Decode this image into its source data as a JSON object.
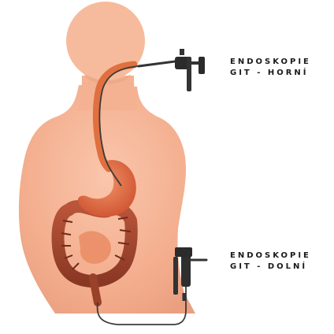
{
  "labels": {
    "upper": {
      "line1": "ENDOSKOPIE",
      "line2": "GIT - HORNÍ"
    },
    "lower": {
      "line1": "ENDOSKOPIE",
      "line2": "GIT - DOLNÍ"
    }
  },
  "colors": {
    "skin": "#f6b89a",
    "skin_shade": "#e79a79",
    "esophagus": "#e0703f",
    "stomach": "#e3683e",
    "colon": "#a9482f",
    "colon_dark": "#7a2f1e",
    "scope": "#3b3b3b",
    "background": "#ffffff",
    "text": "#1a1a1a"
  }
}
